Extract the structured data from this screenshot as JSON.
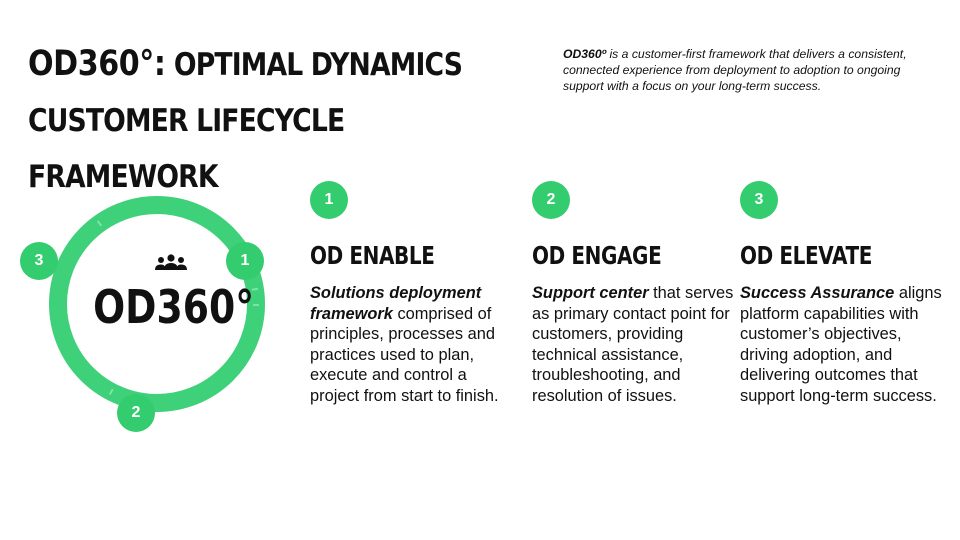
{
  "header": {
    "title_brand": "OD360°:",
    "title_rest": "Optimal Dynamics Customer Lifecycle Framework",
    "intro_brand": "OD360º",
    "intro_text": " is a customer-first framework that delivers a consistent, connected experience from deployment to adoption to ongoing support with a focus on your long-term success."
  },
  "ring": {
    "label": "OD360°",
    "icon": "people-group-icon",
    "badges": [
      "1",
      "2",
      "3"
    ],
    "color": "#33cc6f"
  },
  "columns": [
    {
      "number": "1",
      "heading": "OD Enable",
      "lead": "Solutions deployment framework",
      "text": " comprised of principles, processes and practices used to plan, execute and control a project from start to finish."
    },
    {
      "number": "2",
      "heading": "OD Engage",
      "lead": "Support center",
      "text": " that serves as primary contact point for customers, providing technical assistance, troubleshooting, and resolution of issues."
    },
    {
      "number": "3",
      "heading": "OD Elevate",
      "lead": "Success Assurance",
      "text": " aligns platform capabilities with customer’s objectives, driving adoption, and delivering outcomes that support long-term success."
    }
  ]
}
